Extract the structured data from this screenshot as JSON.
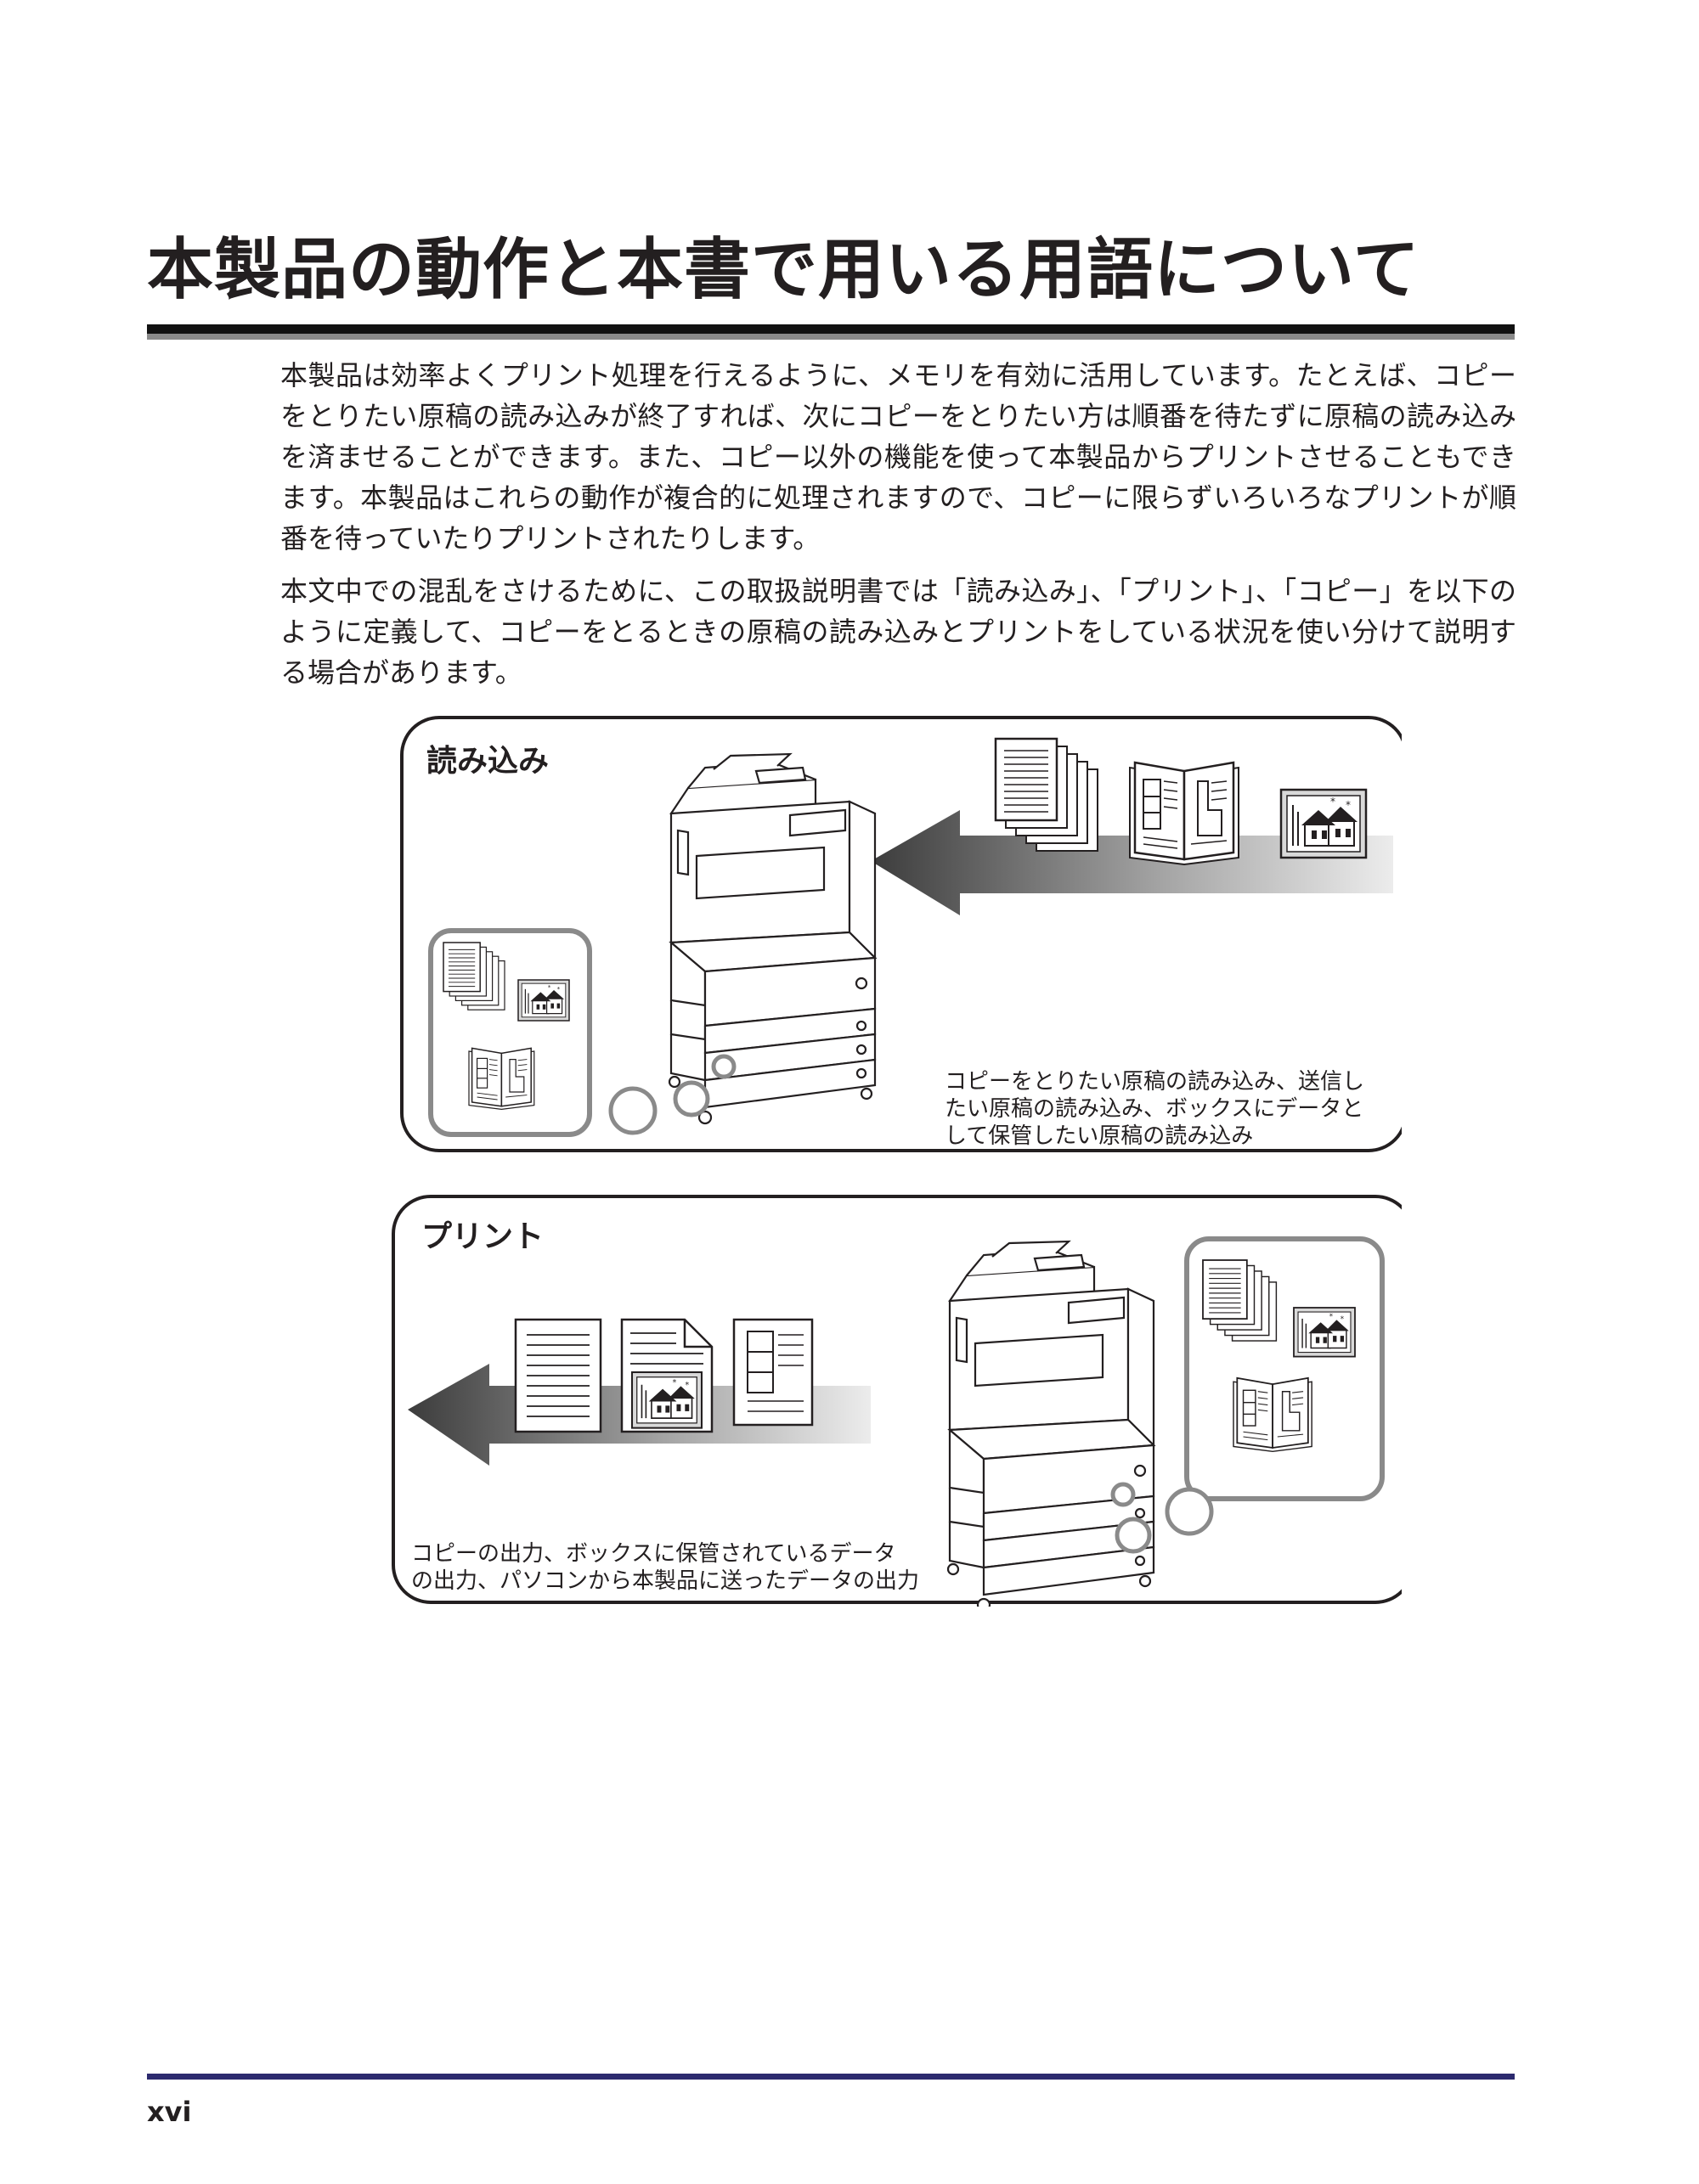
{
  "page": {
    "title": "本製品の動作と本書で用いる用語について",
    "paragraphs": [
      "本製品は効率よくプリント処理を行えるように、メモリを有効に活用しています。たとえば、コピーをとりたい原稿の読み込みが終了すれば、次にコピーをとりたい方は順番を待たずに原稿の読み込みを済ませることができます。また、コピー以外の機能を使って本製品からプリントさせることもできます。本製品はこれらの動作が複合的に処理されますので、コピーに限らずいろいろなプリントが順番を待っていたりプリントされたりします。",
      "本文中での混乱をさけるために、この取扱説明書では「読み込み」、「プリント」、「コピー」を以下のように定義して、コピーをとるときの原稿の読み込みとプリントをしている状況を使い分けて説明する場合があります。"
    ],
    "page_number": "xvi"
  },
  "diagram": {
    "reading": {
      "label": "読み込み",
      "caption_lines": [
        "コピーをとりたい原稿の読み込み、送信し",
        "たい原稿の読み込み、ボックスにデータと",
        "して保管したい原稿の読み込み"
      ]
    },
    "printing": {
      "label": "プリント",
      "caption_lines": [
        "コピーの出力、ボックスに保管されているデータ",
        "の出力、パソコンから本製品に送ったデータの出力"
      ]
    }
  }
}
